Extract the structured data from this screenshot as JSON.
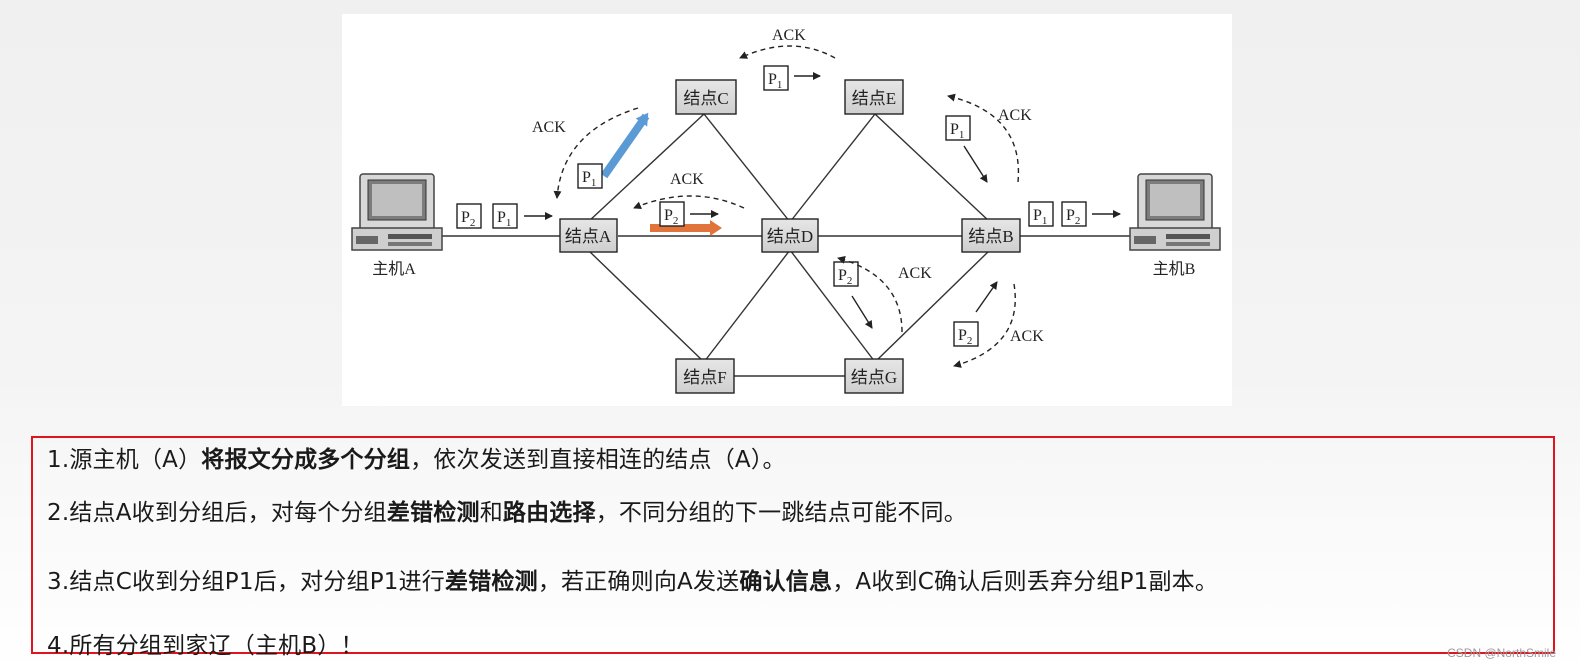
{
  "diagram": {
    "nodes": {
      "A": "结点A",
      "B": "结点B",
      "C": "结点C",
      "D": "结点D",
      "E": "结点E",
      "F": "结点F",
      "G": "结点G"
    },
    "hosts": {
      "A": "主机A",
      "B": "主机B"
    },
    "ack_label": "ACK",
    "packet_letter": "P",
    "packet_indices": {
      "p1": "1",
      "p2": "2"
    },
    "colors": {
      "blue_arrow": "#5b9bd5",
      "orange_arrow": "#e0743a"
    }
  },
  "steps": {
    "s1": {
      "a": "1.源主机（A）",
      "b": "将报文分成多个分组",
      "c": "，依次发送到直接相连的结点（A）。"
    },
    "s2": {
      "a": "2.结点A收到分组后，对每个分组",
      "b": "差错检测",
      "c": "和",
      "d": "路由选择",
      "e": "，不同分组的下一跳结点可能不同。"
    },
    "s3": {
      "a": "3.结点C收到分组P1后，对分组P1进行",
      "b": "差错检测",
      "c": "，若正确则向A发送",
      "d": "确认信息",
      "e": "，A收到C确认后则丢弃分组P1副本。"
    },
    "s4": {
      "a": "4.所有分组到家辽（主机B）！"
    }
  },
  "box_border_color": "#e0141e",
  "watermark": "CSDN @NorthSmile"
}
